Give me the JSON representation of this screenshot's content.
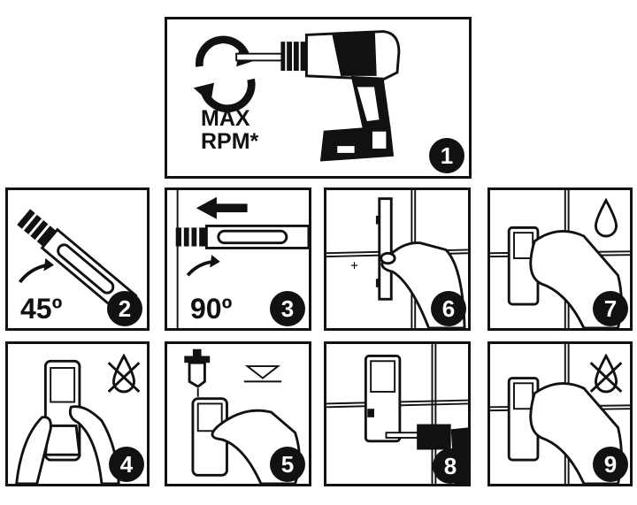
{
  "steps": {
    "s1": {
      "number": "1",
      "label_max": "MAX",
      "label_rpm": "RPM*"
    },
    "s2": {
      "number": "2",
      "angle": "45º"
    },
    "s3": {
      "number": "3",
      "angle": "90º"
    },
    "s4": {
      "number": "4"
    },
    "s5": {
      "number": "5"
    },
    "s6": {
      "number": "6"
    },
    "s7": {
      "number": "7"
    },
    "s8": {
      "number": "8"
    },
    "s9": {
      "number": "9"
    }
  },
  "icons": {
    "rotation": "rotation-arrows-icon",
    "drill": "power-drill-icon",
    "arrow_left": "arrow-left-icon",
    "water_drop": "water-drop-icon",
    "no_water": "no-water-icon",
    "fill_level": "fill-level-icon",
    "faucet": "faucet-icon"
  },
  "colors": {
    "ink": "#111111",
    "paper": "#ffffff"
  }
}
